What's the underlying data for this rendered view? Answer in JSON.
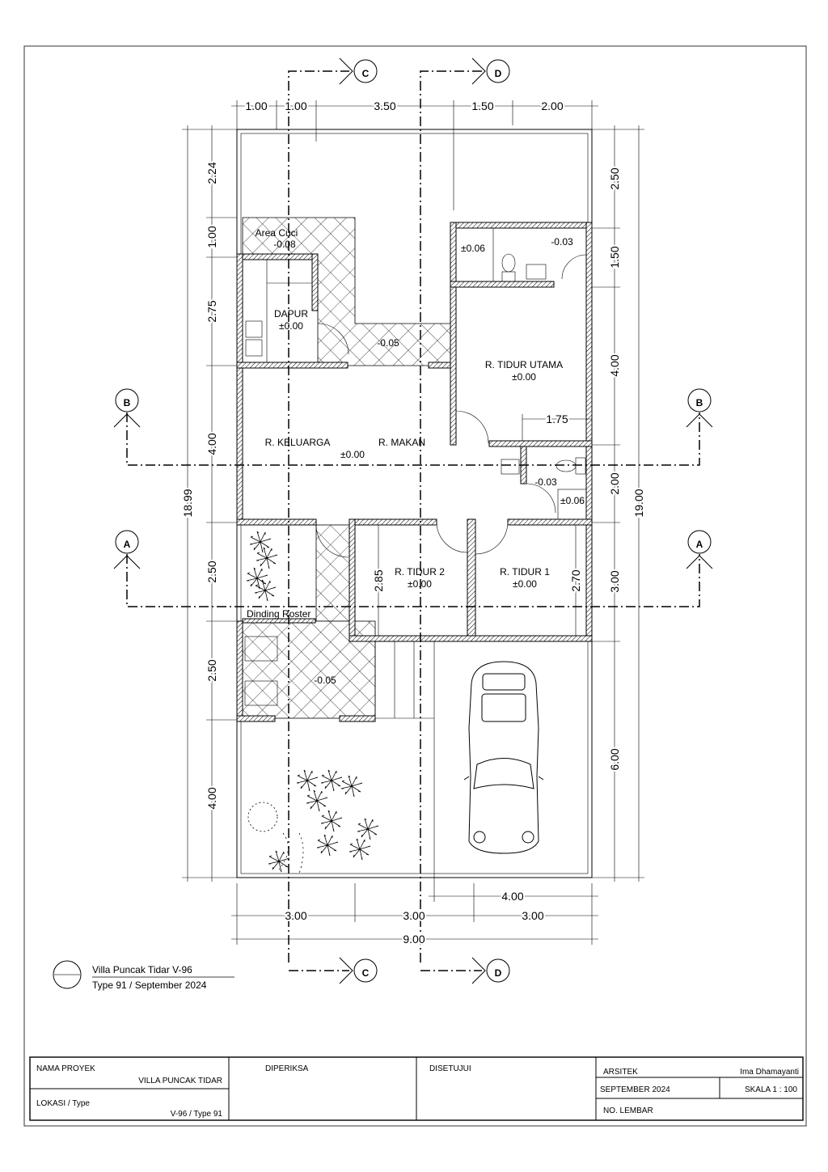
{
  "plan": {
    "rooms": {
      "area_cuci": "Area Cuci",
      "area_cuci_level": "-0.08",
      "dapur": "DAPUR",
      "dapur_level": "±0.00",
      "corridor_level": "-0.05",
      "km1_level_a": "±0.06",
      "km1_level_b": "-0.03",
      "tidur_utama": "R. TIDUR UTAMA",
      "tidur_utama_level": "±0.00",
      "keluarga": "R. KELUARGA",
      "makan": "R. MAKAN",
      "keluarga_level": "±0.00",
      "km2_level_a": "-0.03",
      "km2_level_b": "±0.06",
      "tidur2": "R. TIDUR 2",
      "tidur2_level": "±0.00",
      "tidur1": "R. TIDUR 1",
      "tidur1_level": "±0.00",
      "roster": "Dinding Roster",
      "terrace_level": "-0.05"
    },
    "dimensions": {
      "top": [
        "1.00",
        "1.00",
        "3.50",
        "1.50",
        "2.00"
      ],
      "left": [
        "2.24",
        "1.00",
        "2.75",
        "4.00",
        "2.50",
        "2.50",
        "4.00"
      ],
      "left_total": "18.99",
      "right": [
        "2.50",
        "1.50",
        "4.00",
        "2.00",
        "3.00",
        "6.00"
      ],
      "right_total": "19.00",
      "bottom_carport": "4.00",
      "bottom": [
        "3.00",
        "3.00",
        "3.00"
      ],
      "bottom_total": "9.00",
      "inner_1_75": "1.75",
      "inner_2_85": "2.85",
      "inner_2_70": "2.70"
    },
    "sections": {
      "a": "A",
      "b": "B",
      "c": "C",
      "d": "D"
    }
  },
  "drawing_title": {
    "title": "Villa Puncak Tidar V-96",
    "subtitle": "Type 91 / September 2024"
  },
  "title_block": {
    "nama_proyek_label": "NAMA PROYEK",
    "nama_proyek_value": "VILLA PUNCAK TIDAR",
    "lokasi_label": "LOKASI / Type",
    "lokasi_value": "V-96 / Type 91",
    "diperiksa": "DIPERIKSA",
    "disetujui": "DISETUJUI",
    "arsitek_label": "ARSITEK",
    "arsitek_value": "Ima Dhamayanti",
    "date": "SEPTEMBER 2024",
    "scale": "SKALA 1 : 100",
    "sheet_label": "NO. LEMBAR"
  }
}
